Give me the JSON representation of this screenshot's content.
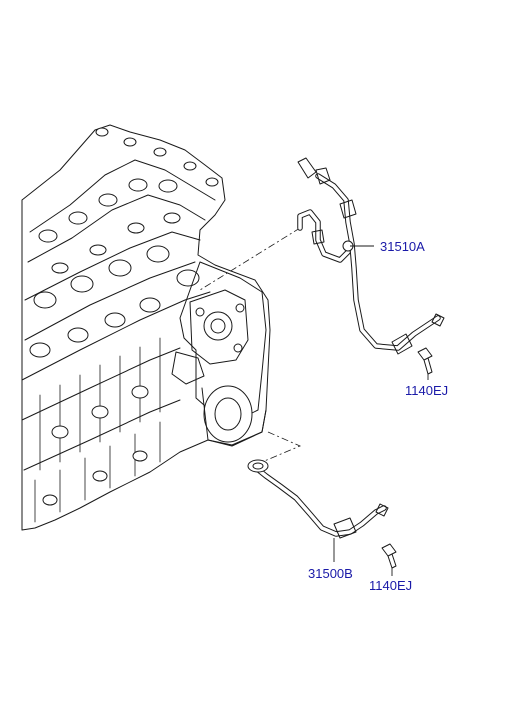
{
  "callouts": [
    {
      "id": "fuel-pipe-upper",
      "part_number": "31510A"
    },
    {
      "id": "bolt-upper",
      "part_number": "1140EJ"
    },
    {
      "id": "fuel-pipe-lower",
      "part_number": "31500B"
    },
    {
      "id": "bolt-lower",
      "part_number": "1140EJ"
    }
  ]
}
